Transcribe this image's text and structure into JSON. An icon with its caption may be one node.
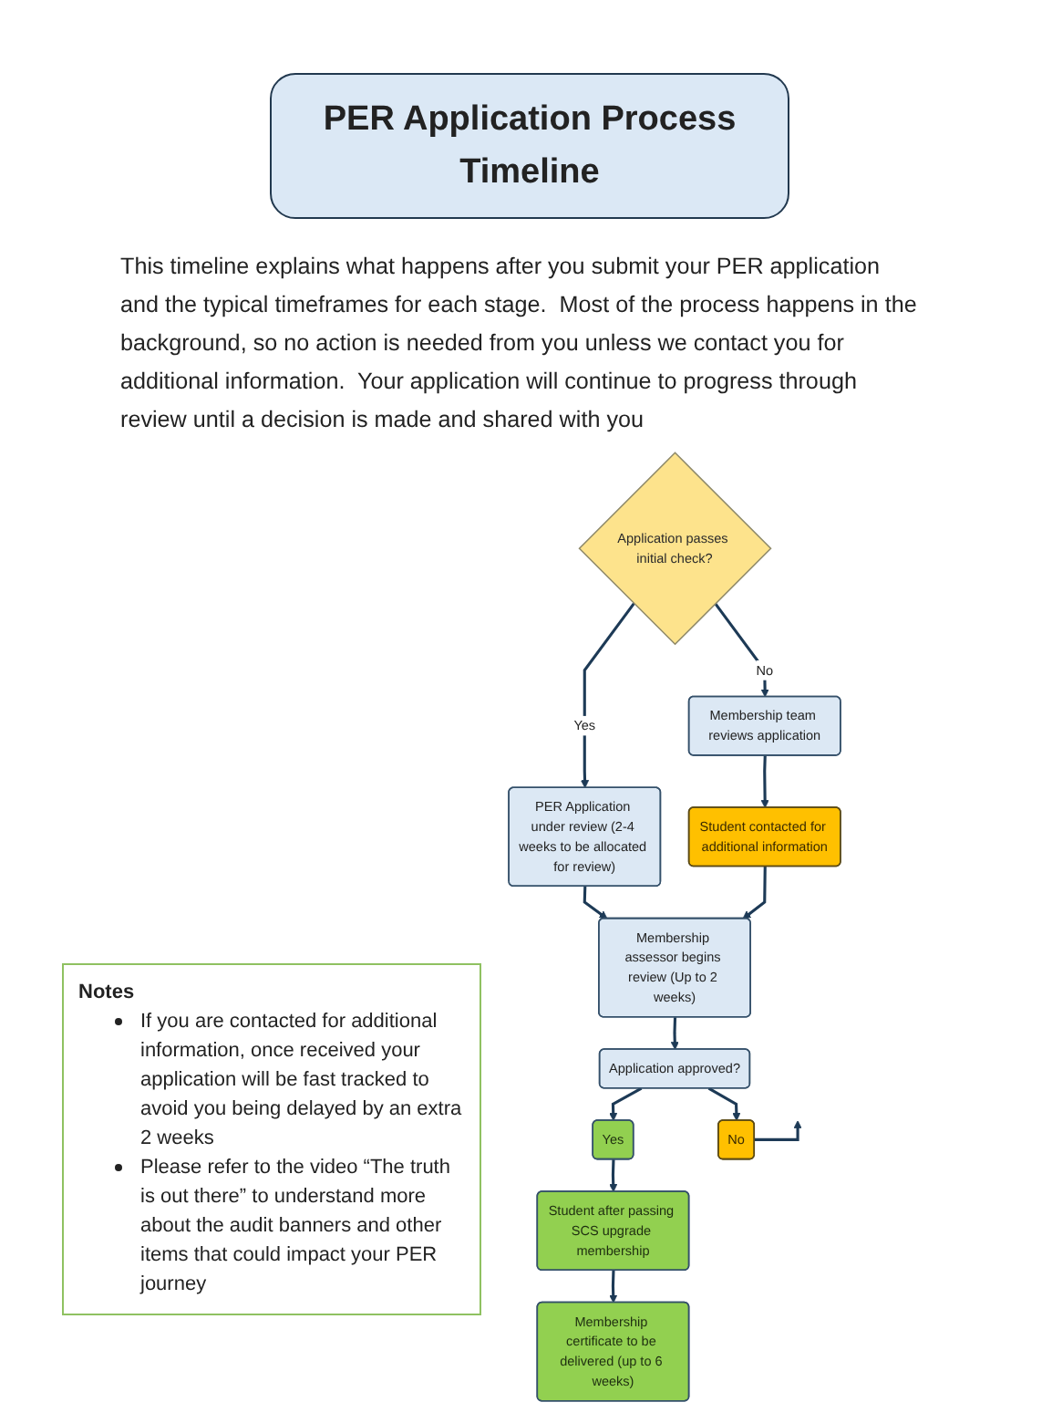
{
  "diagram": {
    "title": "PER Application Process Timeline",
    "nodes": [
      {
        "text": [
          "Application passes initial check?"
        ]
      },
      {
        "text": [
          "Membership team reviews application"
        ]
      },
      {
        "text": [
          "PER Application under review (2-4 weeks to be allocated for review)"
        ]
      },
      {
        "text": [
          "Student contacted for additional information"
        ]
      },
      {
        "text": [
          "Membership assessor begins review (Up to 2 weeks)"
        ]
      },
      {
        "text": [
          "Application approved?"
        ]
      },
      {
        "text": [
          "No"
        ]
      },
      {
        "text": [
          "Yes"
        ]
      },
      {
        "text": [
          "Student after passing SCS upgrade membership"
        ]
      },
      {
        "text": [
          "Membership certificate to be delivered (up to 6 weeks)"
        ]
      }
    ],
    "edges": [
      {
        "from": 0,
        "to": 1,
        "arrow": "to",
        "label": "No"
      },
      {
        "from": 0,
        "to": 2,
        "arrow": "to",
        "label": "Yes"
      },
      {
        "from": 1,
        "to": 3,
        "arrow": "to"
      },
      {
        "from": 2,
        "to": 4,
        "arrow": "to"
      },
      {
        "from": 3,
        "to": 4,
        "arrow": "to"
      },
      {
        "from": 4,
        "to": 5,
        "arrow": "to"
      },
      {
        "from": 5,
        "to": 6,
        "arrow": "to"
      },
      {
        "from": 6,
        "to": null,
        "arrow": "to"
      },
      {
        "from": 5,
        "to": 7,
        "arrow": "to"
      },
      {
        "from": 7,
        "to": 8,
        "arrow": "to"
      },
      {
        "from": 8,
        "to": 9,
        "arrow": "to"
      }
    ],
    "labels": [
      "This timeline explains what happens after you submit your PER application and the typical timeframes for each stage.  Most of the process happens in the background, so no action is needed from you unless we contact you for additional information.  Your application will continue to progress through review until a decision is made and shared with you",
      "Notes",
      "If you are contacted for additional information, once received your application will be fast tracked to avoid you being delayed by an extra 2 weeks",
      "Please refer to the video “The truth is out there” to understand more about the audit banners and other items that could impact your PER journey"
    ]
  }
}
